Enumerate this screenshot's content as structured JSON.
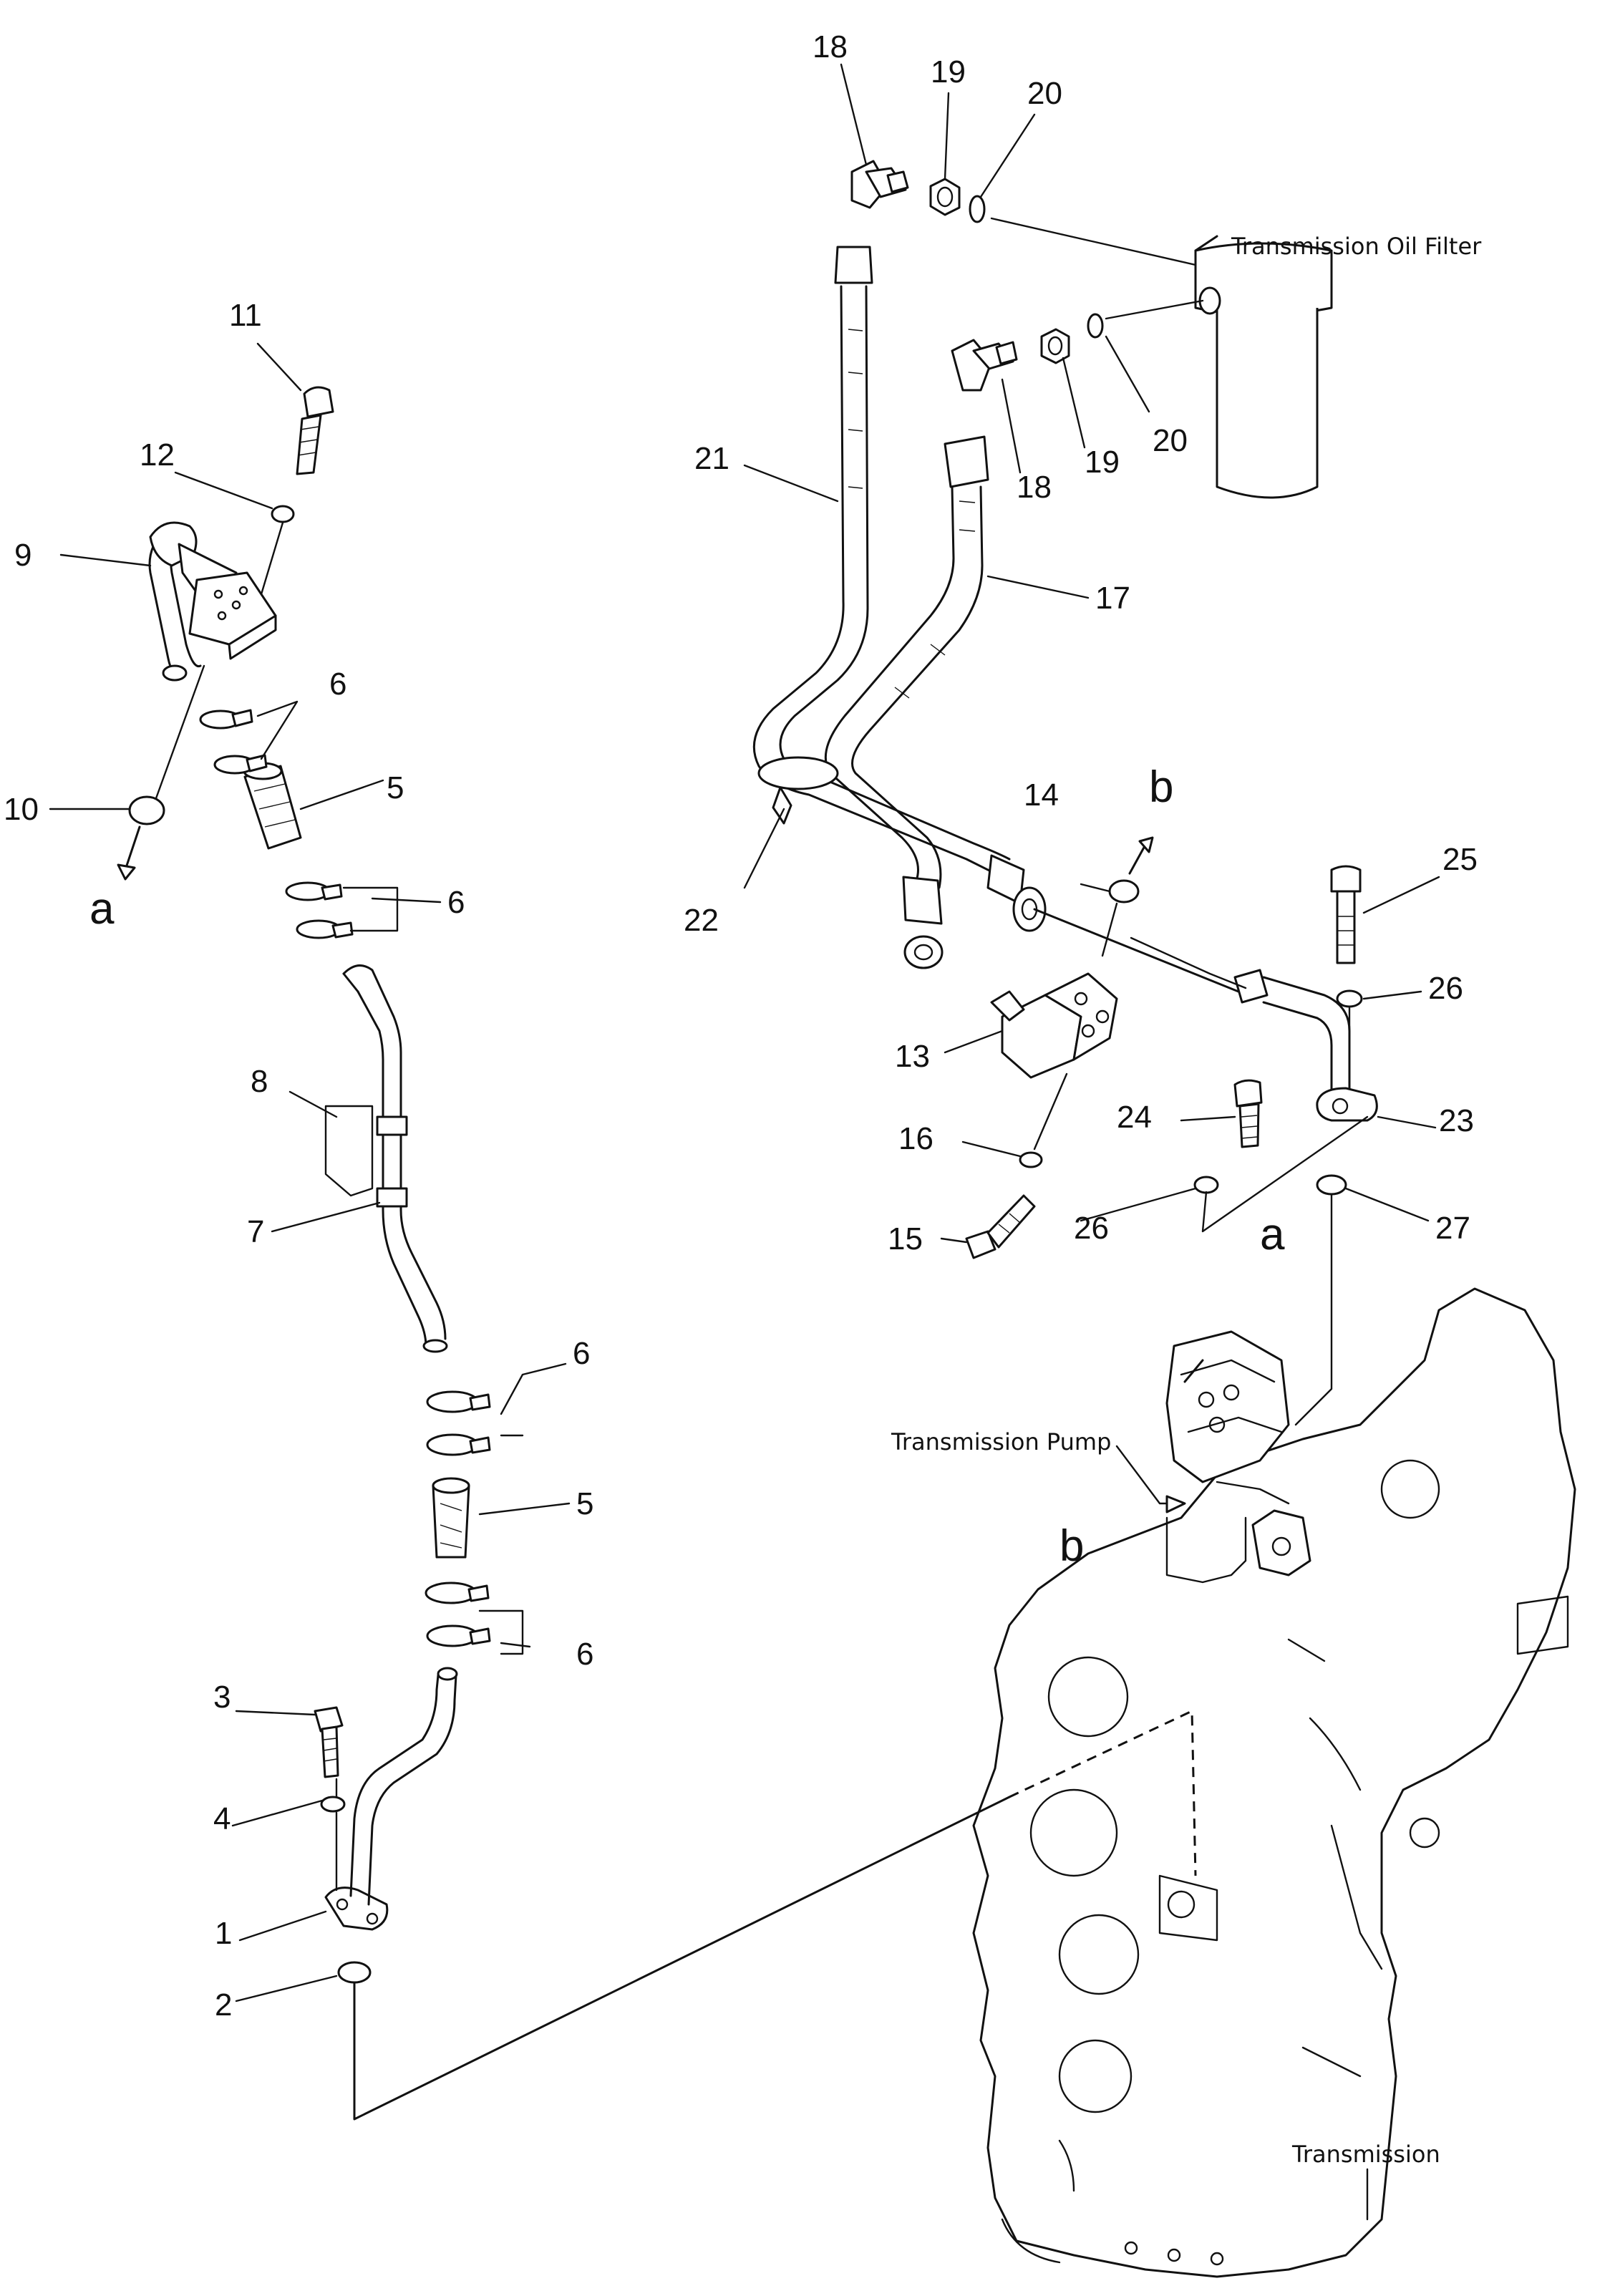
{
  "labels": {
    "oil_filter": "Transmission Oil Filter",
    "pump": "Transmission Pump",
    "transmission": "Transmission"
  },
  "callouts": {
    "n1": "1",
    "n2": "2",
    "n3": "3",
    "n4": "4",
    "n5a": "5",
    "n5b": "5",
    "n6a": "6",
    "n6b": "6",
    "n6c": "6",
    "n6d": "6",
    "n7": "7",
    "n8": "8",
    "n9": "9",
    "n10": "10",
    "n11": "11",
    "n12": "12",
    "n13": "13",
    "n14": "14",
    "n15": "15",
    "n16": "16",
    "n17": "17",
    "n18a": "18",
    "n18b": "18",
    "n19a": "19",
    "n19b": "19",
    "n20a": "20",
    "n20b": "20",
    "n21": "21",
    "n22": "22",
    "n23": "23",
    "n24": "24",
    "n25": "25",
    "n26a": "26",
    "n26b": "26",
    "n27": "27"
  },
  "markers": {
    "a_left": "a",
    "b_top": "b",
    "a_pump": "a",
    "b_pump": "b"
  }
}
